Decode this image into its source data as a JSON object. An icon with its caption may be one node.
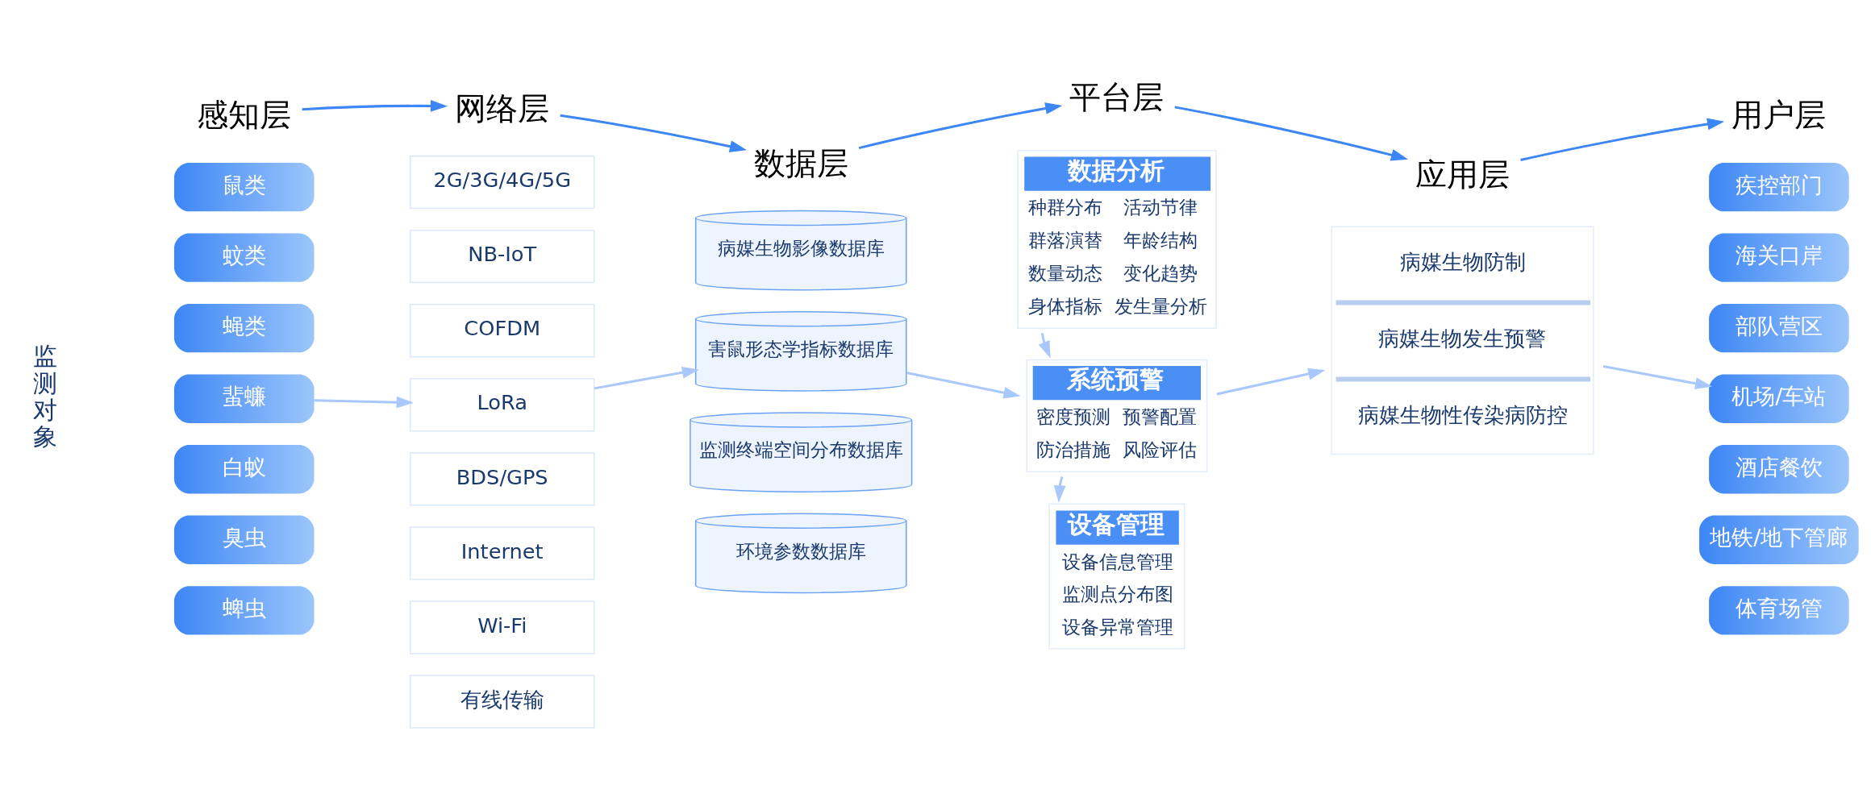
{
  "diagram": {
    "nodes": [
      {
        "text": [
          "感知层"
        ]
      },
      {
        "text": [
          "网络层"
        ]
      },
      {
        "text": [
          "数据层"
        ]
      },
      {
        "text": [
          "平台层"
        ]
      },
      {
        "text": [
          "应用层"
        ]
      },
      {
        "text": [
          "用户层"
        ]
      },
      {
        "text": [
          "监测对象"
        ]
      },
      {
        "text": [
          "鼠类"
        ]
      },
      {
        "text": [
          "蚊类"
        ]
      },
      {
        "text": [
          "蝇类"
        ]
      },
      {
        "text": [
          "蜚蠊"
        ]
      },
      {
        "text": [
          "白蚁"
        ]
      },
      {
        "text": [
          "臭虫"
        ]
      },
      {
        "text": [
          "蜱虫"
        ]
      },
      {
        "text": [
          "2G/3G/4G/5G"
        ]
      },
      {
        "text": [
          "NB-IoT"
        ]
      },
      {
        "text": [
          "COFDM"
        ]
      },
      {
        "text": [
          "LoRa"
        ]
      },
      {
        "text": [
          "BDS/GPS"
        ]
      },
      {
        "text": [
          "Internet"
        ]
      },
      {
        "text": [
          "Wi-Fi"
        ]
      },
      {
        "text": [
          "有线传输"
        ]
      },
      {
        "text": [
          "病媒生物影像数据库"
        ]
      },
      {
        "text": [
          "害鼠形态学指标数据库"
        ]
      },
      {
        "text": [
          "监测终端空间分布数据库"
        ]
      },
      {
        "text": [
          "环境参数数据库"
        ]
      },
      {
        "text": [
          "数据分析",
          "种群分布",
          "活动节律",
          "群落演替",
          "年龄结构",
          "数量动态",
          "变化趋势",
          "身体指标",
          "发生量分析"
        ]
      },
      {
        "text": [
          "系统预警",
          "密度预测",
          "预警配置",
          "防治措施",
          "风险评估"
        ]
      },
      {
        "text": [
          "设备管理",
          "设备信息管理",
          "监测点分布图",
          "设备异常管理"
        ]
      },
      {
        "text": [
          "病媒生物防制",
          "病媒生物发生预警",
          "病媒生物性传染病防控"
        ]
      },
      {
        "text": [
          "疾控部门"
        ]
      },
      {
        "text": [
          "海关口岸"
        ]
      },
      {
        "text": [
          "部队营区"
        ]
      },
      {
        "text": [
          "机场/车站"
        ]
      },
      {
        "text": [
          "酒店餐饮"
        ]
      },
      {
        "text": [
          "地铁/地下管廊"
        ]
      },
      {
        "text": [
          "体育场管"
        ]
      }
    ],
    "edges": [
      {
        "from": 0,
        "to": 1,
        "arrow": "to",
        "color": "#3d86f5"
      },
      {
        "from": 1,
        "to": 2,
        "arrow": "to",
        "color": "#3d86f5"
      },
      {
        "from": 2,
        "to": 3,
        "arrow": "to",
        "color": "#3d86f5"
      },
      {
        "from": 3,
        "to": 4,
        "arrow": "to",
        "color": "#3d86f5"
      },
      {
        "from": 4,
        "to": 5,
        "arrow": "to",
        "color": "#3d86f5"
      },
      {
        "from": 10,
        "to": 17,
        "arrow": "to"
      },
      {
        "from": 17,
        "to": 23,
        "arrow": "to"
      },
      {
        "from": 23,
        "to": 27,
        "arrow": "to"
      },
      {
        "from": 27,
        "to": 29,
        "arrow": "to"
      },
      {
        "from": 29,
        "to": 33,
        "arrow": "to"
      },
      {
        "from": 26,
        "to": 27,
        "arrow": "to"
      },
      {
        "from": 27,
        "to": 28,
        "arrow": "to"
      }
    ]
  }
}
